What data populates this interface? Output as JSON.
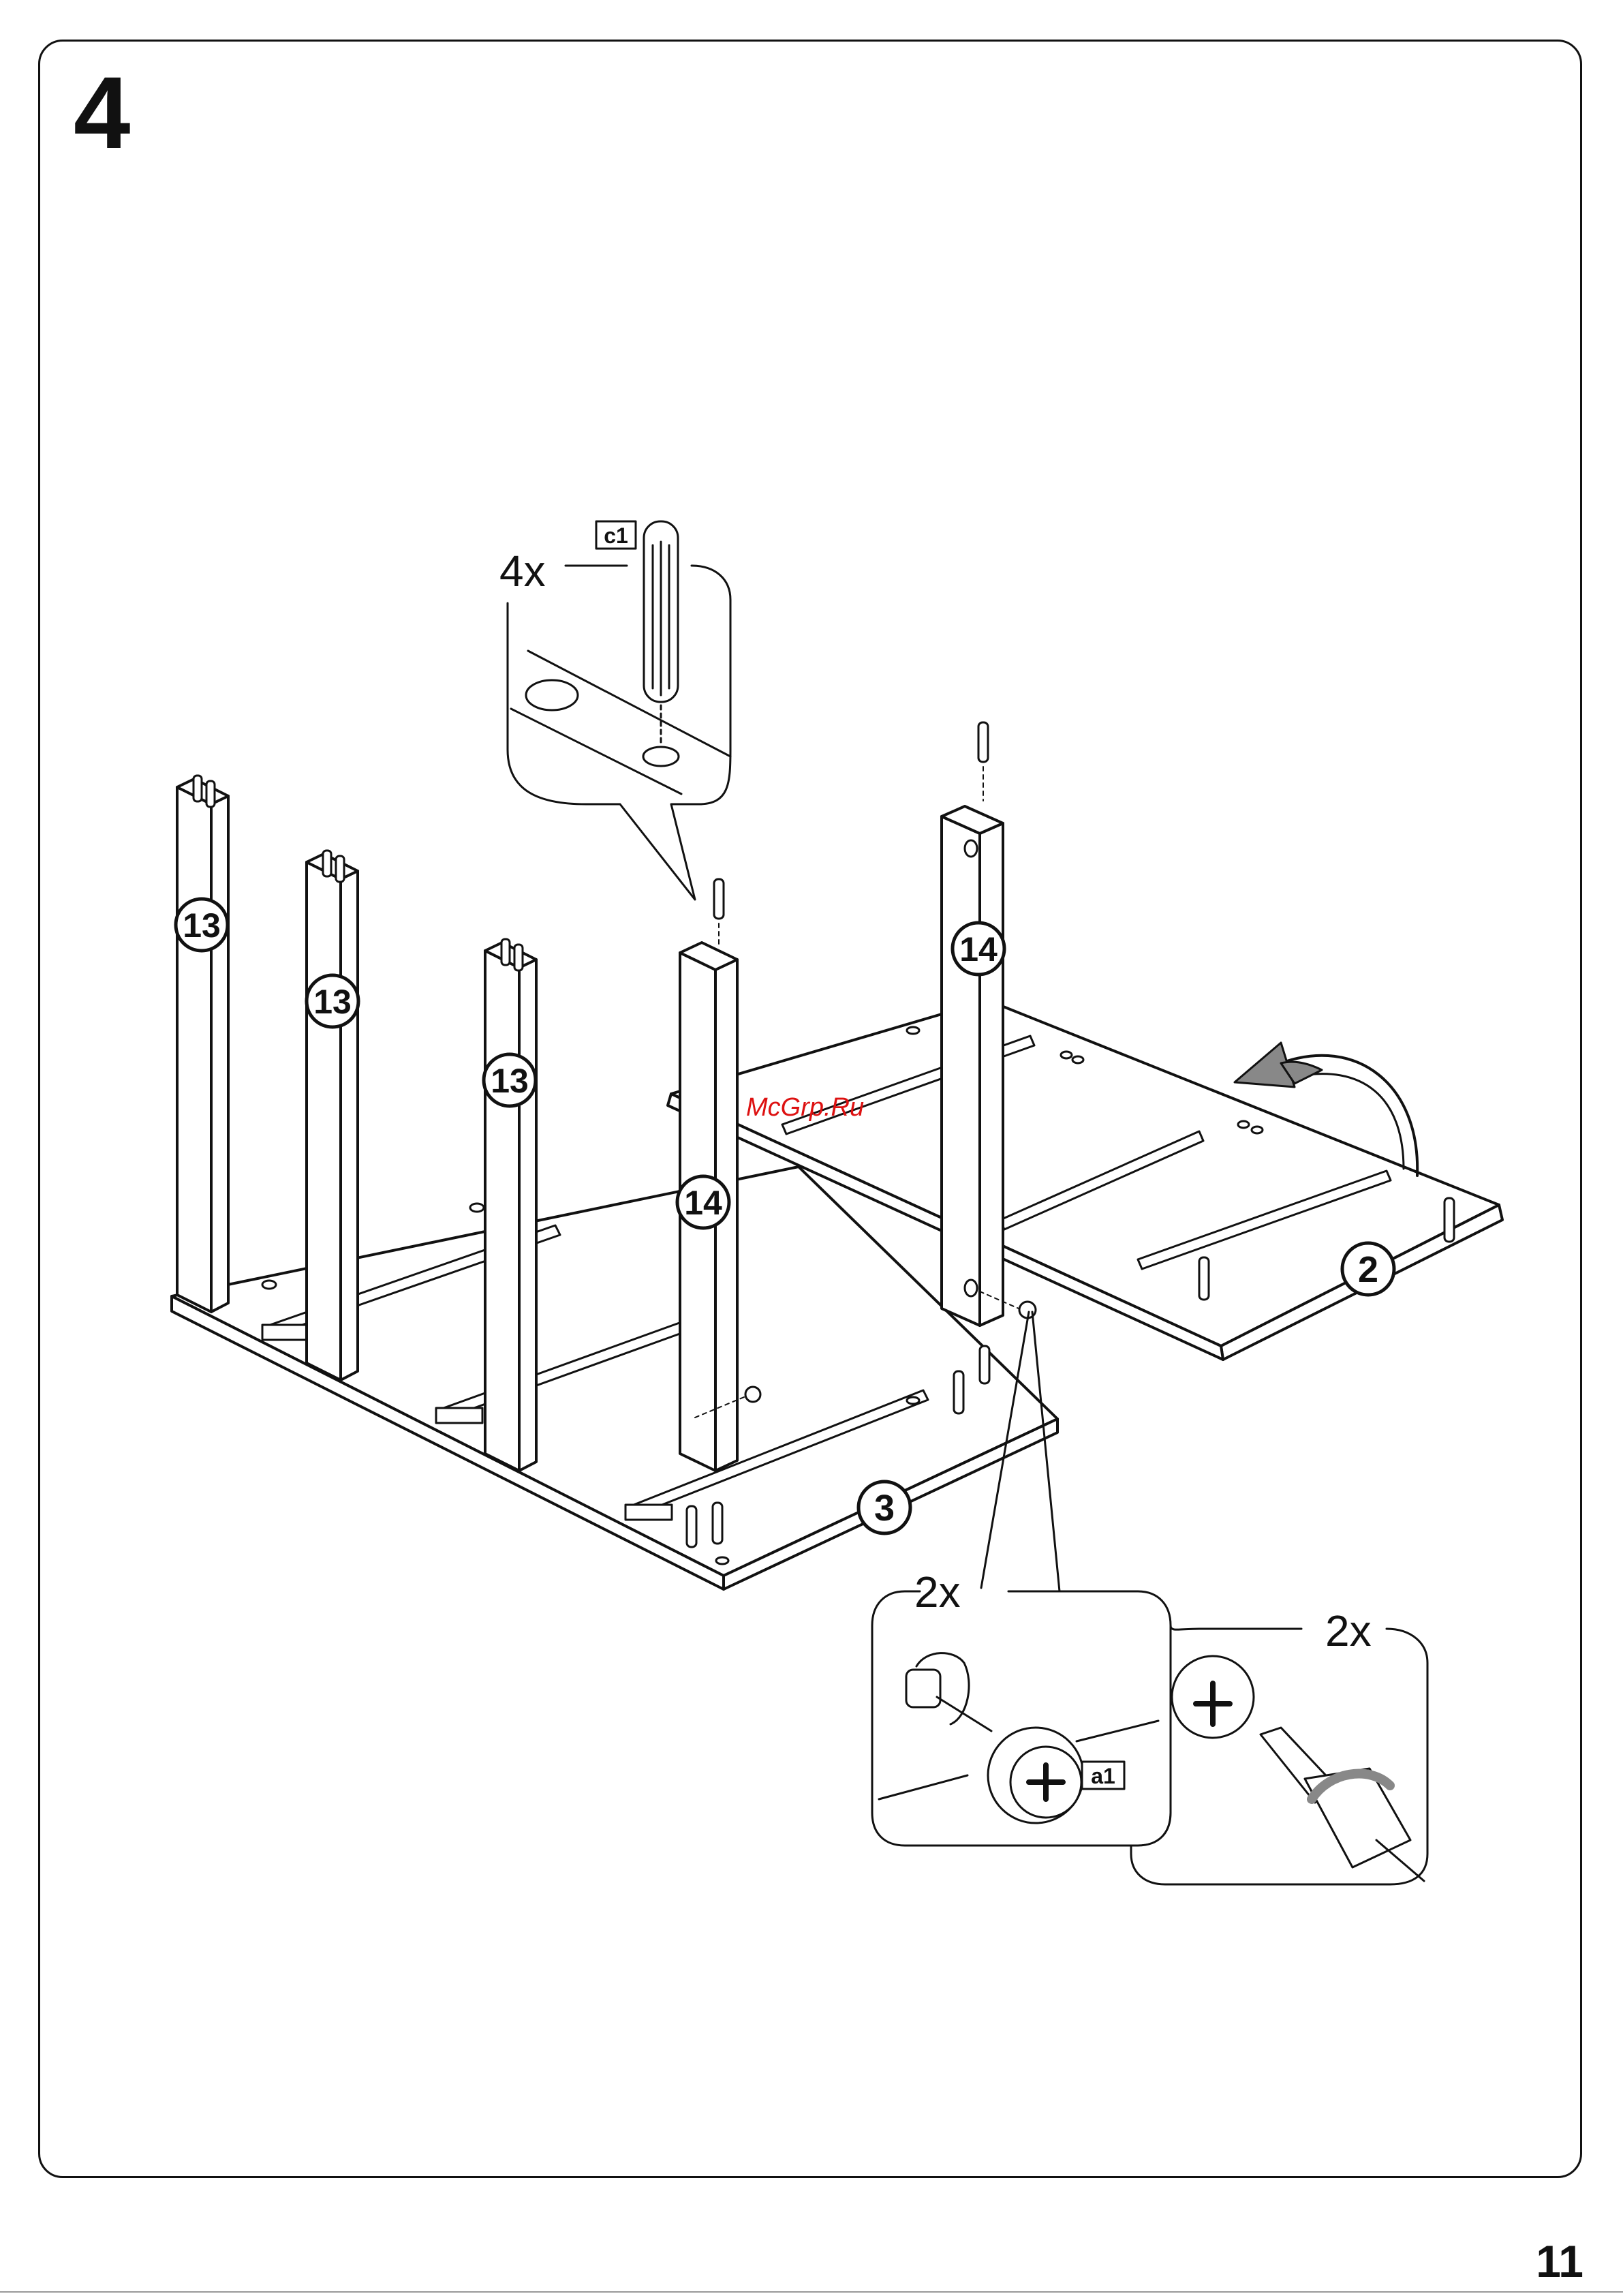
{
  "page": {
    "step_number": "4",
    "page_number": "11",
    "watermark": "McGrp.Ru"
  },
  "callouts": {
    "c1": {
      "quantity": "4x",
      "part_code": "c1"
    },
    "a1": {
      "quantity": "2x",
      "part_code": "a1"
    },
    "tighten": {
      "quantity": "2x"
    }
  },
  "parts": {
    "leg_13": "13",
    "leg_14": "14",
    "panel_2": "2",
    "panel_3": "3"
  },
  "icons": [
    "dowel-icon",
    "cam-lock-icon",
    "screwdriver-icon",
    "rotate-arrow-icon"
  ]
}
